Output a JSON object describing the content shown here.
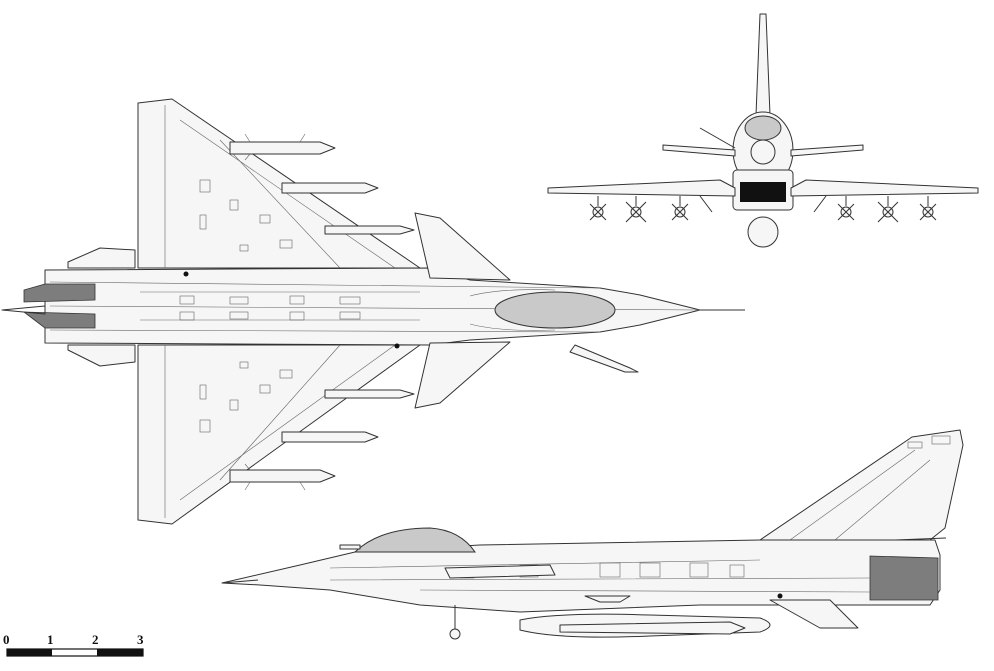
{
  "scale_bar": {
    "labels": [
      "0",
      "1",
      "2",
      "3"
    ]
  },
  "views": {
    "top": "top-view",
    "front": "front-view",
    "side": "side-view"
  }
}
